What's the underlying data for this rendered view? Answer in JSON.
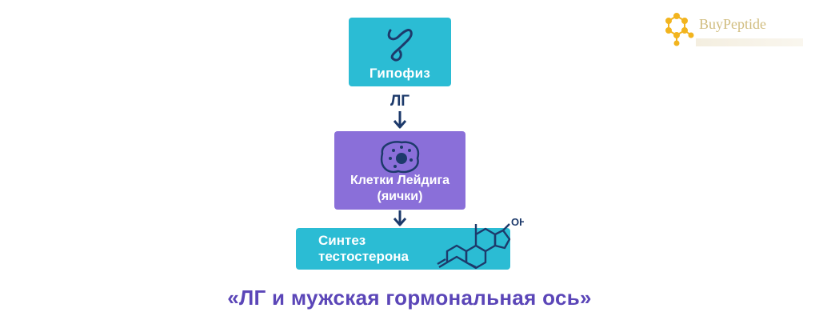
{
  "diagram": {
    "pituitary": {
      "label": "Гипофиз",
      "icon": "pituitary-gland-icon"
    },
    "hormone": {
      "label": "ЛГ"
    },
    "leydig": {
      "label_line1": "Клетки Лейдига",
      "label_line2": "(яички)",
      "icon": "cell-icon"
    },
    "synthesis": {
      "label_line1": "Синтез",
      "label_line2": "тестостерона",
      "icon": "steroid-molecule-icon"
    },
    "molecule": {
      "oh_label": "OH"
    }
  },
  "caption": "«ЛГ и мужская гормональная ось»",
  "logo": {
    "brand": "BuyPeptide",
    "icon": "molecule-logo-icon"
  },
  "colors": {
    "teal": "#2bbcd4",
    "purple": "#8a6fd9",
    "navy": "#1d3a6b",
    "caption": "#5b46b8",
    "gold": "#f2b41e"
  }
}
